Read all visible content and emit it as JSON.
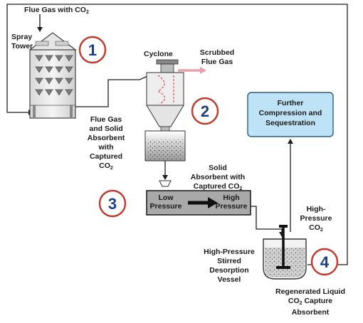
{
  "labels": {
    "flue_gas_in": {
      "pre": "Flue Gas with CO",
      "sub": "2"
    },
    "spray_tower": [
      "Spray",
      "Tower"
    ],
    "cyclone": "Cyclone",
    "scrubbed": [
      "Scrubbed",
      "Flue Gas"
    ],
    "flue_solid": [
      "Flue Gas",
      "and Solid",
      "Absorbent",
      "with",
      "Captured"
    ],
    "flue_solid_co2": {
      "pre": "CO",
      "sub": "2"
    },
    "further": [
      "Further",
      "Compression and",
      "Sequestration"
    ],
    "solid_abs": [
      "Solid",
      "Absorbent with"
    ],
    "solid_abs_last": {
      "pre": "Captured CO",
      "sub": "2"
    },
    "low_pressure": [
      "Low",
      "Pressure"
    ],
    "high_pressure_box": [
      "High",
      "Pressure"
    ],
    "hp_co2": [
      "High-",
      "Pressure"
    ],
    "hp_co2_last": {
      "pre": "CO",
      "sub": "2"
    },
    "desorption": [
      "High-Pressure",
      "Stirred",
      "Desorption",
      "Vessel"
    ],
    "regenerated_first": "Regenerated Liquid",
    "regenerated_mid": {
      "pre": "CO",
      "sub": "2",
      "post": " Capture"
    },
    "regenerated_last": "Absorbent"
  },
  "steps": [
    "1",
    "2",
    "3",
    "4"
  ],
  "colors": {
    "line": "#1f1f1f",
    "step_ring": "#c0392b",
    "step_text": "#1d3f8a",
    "sequestration_fill": "#bfe3f6",
    "sequestration_border": "#2b5f7a",
    "pressure_box_fill": "#a9a9a9",
    "scrubbed_arrow": "#e8a0a8"
  }
}
